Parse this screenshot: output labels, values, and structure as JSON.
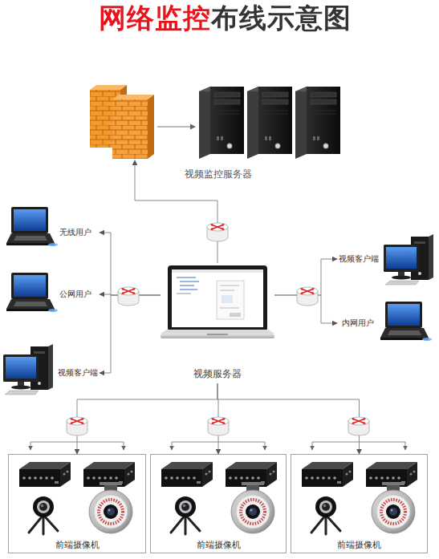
{
  "diagram": {
    "title": "网络监控布线示意图",
    "nodes": [
      {
        "text": [
          "视频监控服务器"
        ]
      },
      {
        "text": [
          "无线用户"
        ]
      },
      {
        "text": [
          "公网用户"
        ]
      },
      {
        "text": [
          "视频客户端"
        ]
      },
      {
        "text": [
          "视频服务器"
        ]
      },
      {
        "text": [
          "视频客户端"
        ]
      },
      {
        "text": [
          "内网用户"
        ]
      },
      {
        "text": [
          "前端摄像机"
        ]
      },
      {
        "text": [
          "前端摄像机"
        ]
      },
      {
        "text": [
          "前端摄像机"
        ]
      }
    ],
    "edges": [
      {
        "from": 4,
        "to": 0,
        "arrow": "to"
      },
      {
        "from": 4,
        "to": 1,
        "arrow": "to"
      },
      {
        "from": 4,
        "to": 2,
        "arrow": "to"
      },
      {
        "from": 4,
        "to": 3,
        "arrow": "to"
      },
      {
        "from": 4,
        "to": 5,
        "arrow": "to"
      },
      {
        "from": 4,
        "to": 6,
        "arrow": "to"
      },
      {
        "from": 4,
        "to": 7,
        "arrow": "to"
      },
      {
        "from": 4,
        "to": 8,
        "arrow": "to"
      },
      {
        "from": 4,
        "to": 9,
        "arrow": "to"
      }
    ]
  }
}
